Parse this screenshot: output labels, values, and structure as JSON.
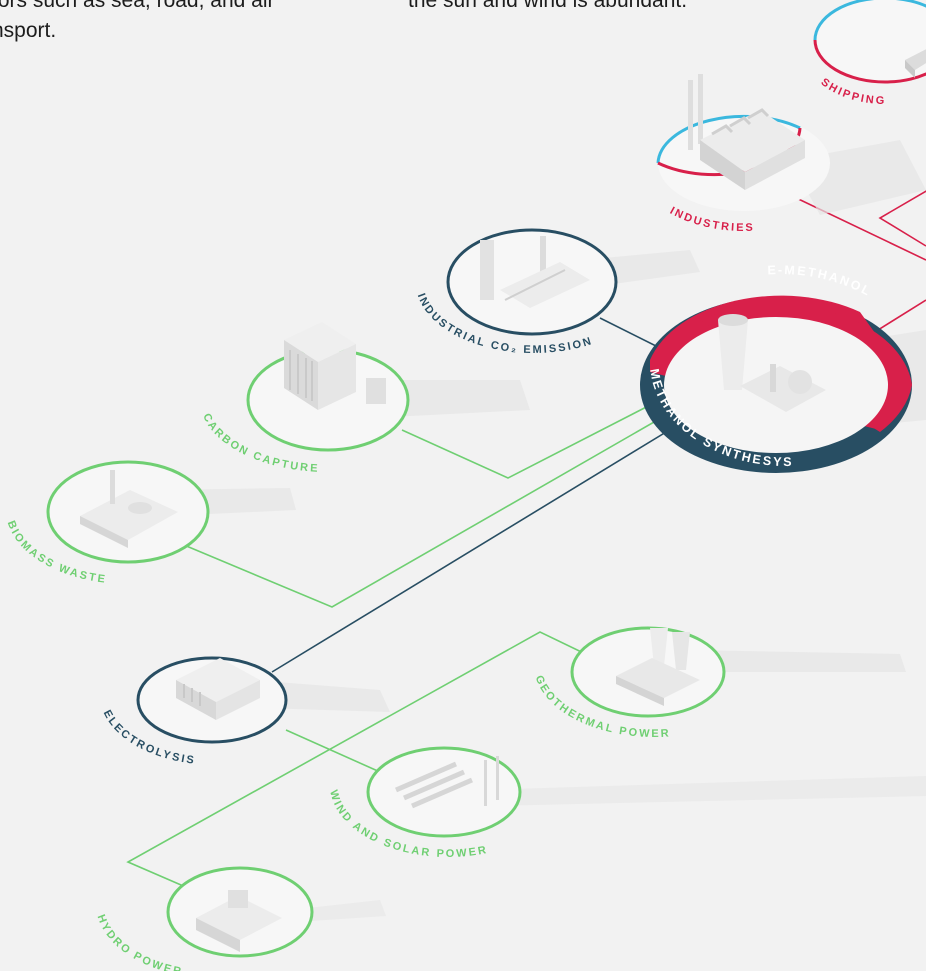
{
  "intro": {
    "left_line1": "tors such as sea, road, and air",
    "left_line2": "nsport.",
    "right_line1": "the sun and wind is abundant."
  },
  "colors": {
    "green": "#6fcf72",
    "navy": "#284e63",
    "red": "#d8204a",
    "blue": "#3bb8de",
    "background": "#f2f2f2"
  },
  "nodes": {
    "shipping": "SHIPPING",
    "industries": "INDUSTRIES",
    "industrial_co2": "INDUSTRIAL CO₂ EMISSION",
    "carbon_capture": "CARBON CAPTURE",
    "biomass_waste": "BIOMASS WASTE",
    "e_methanol": "E-METHANOL",
    "methanol_synthesys": "METHANOL SYNTHESYS",
    "electrolysis": "ELECTROLYSIS",
    "geothermal_power": "GEOTHERMAL POWER",
    "wind_and_solar_power": "WIND AND SOLAR POWER",
    "hydro_power": "HYDRO POWER"
  }
}
